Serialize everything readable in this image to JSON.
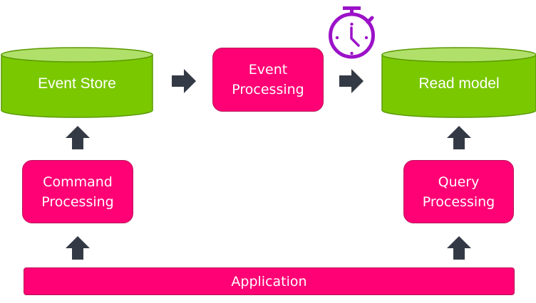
{
  "colors": {
    "store_fill": "#7ac800",
    "store_top": "#b0e06a",
    "store_stroke": "#5a9a00",
    "process_fill": "#ff0075",
    "arrow": "#343a45",
    "timer": "#9b12c8"
  },
  "stores": {
    "event_store": "Event Store",
    "read_model": "Read model"
  },
  "processes": {
    "event_processing": [
      "Event",
      "Processing"
    ],
    "command_processing": [
      "Command",
      "Processing"
    ],
    "query_processing": [
      "Query",
      "Processing"
    ]
  },
  "application": "Application",
  "icons": {
    "timer": "stopwatch-icon",
    "arrow": "block-arrow-icon"
  }
}
